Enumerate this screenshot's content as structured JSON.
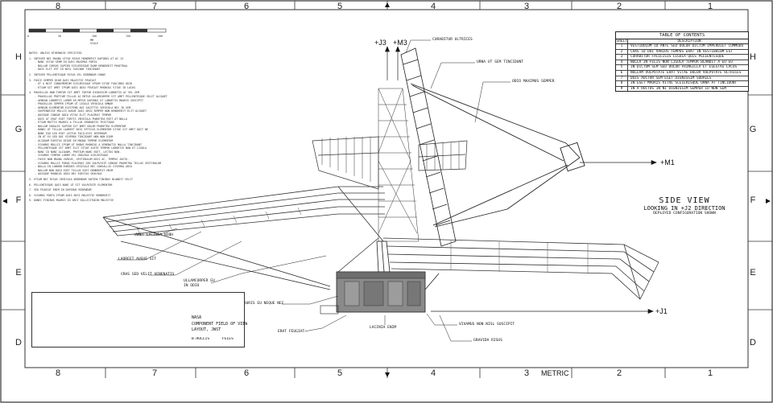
{
  "zones": {
    "columns_top": [
      "8",
      "7",
      "6",
      "5",
      "4",
      "3",
      "2",
      "1"
    ],
    "columns_bottom": [
      "8",
      "7",
      "6",
      "5",
      "4",
      "3",
      "2",
      "1"
    ],
    "rows_left": [
      "H",
      "G",
      "F",
      "E",
      "D"
    ],
    "rows_right": [
      "H",
      "G",
      "F",
      "E",
      "D"
    ]
  },
  "scale_bar": {
    "ticks": [
      "0",
      "50",
      "100",
      "150",
      "200"
    ],
    "unit": "MM SCALE"
  },
  "notes": {
    "header": "NOTES: UNLESS OTHERWISE SPECIFIED",
    "lines": [
      {
        "t": "1.  INTEGER NEC MAGNA VITAE RISUS HENDRERIT DAPIBUS AT AC 13",
        "i": false
      },
      {
        "t": "- NUNC VITAE SEMM EU DUIS MAXIMUS PORTA",
        "i": true
      },
      {
        "t": "- NULLAM CURSUS SAPIEN SCELERISQUE DUAM HENDRERIT PHAETRAA",
        "i": true
      },
      {
        "t": "- DUIS ELIT EST ID NISL SUSCANE TINCIDUNT",
        "i": true
      },
      {
        "t": "2.  INTEGER PELLENTESQUE RISUS VEL BIBENDUM CONUE",
        "i": false
      },
      {
        "t": "3.  FUSCE SEMPER DIAM QUIS MALESTIE FEUGIAT",
        "i": false
      },
      {
        "t": "- UT A NIST CONDIMENTUM SCELERISQUE IPSUM VITAE FAUCIBUS ODIO",
        "i": true
      },
      {
        "t": "- ETIAM SIT AMET IPSUM QUIS ODIO FEUGIAT RHONCUS VITAE ID LACUS",
        "i": true
      },
      {
        "t": "4.  PHASELLUS NON TORTOR SIT AMET TORTOR DIGNISSIM LOBORTIS AC VEL SEM",
        "i": false
      },
      {
        "t": "- PHASELLUS PRETIUM TELLUS AC METUS ULLAMCORPER SIT AMET PELLENTESQUE VELIT ALIQUET",
        "i": true
      },
      {
        "t": "- AENEAN LOBORTIS LOREM IN METUS DAPIBUS UT LOBORTIS MAURIS SUSCIPIT",
        "i": true
      },
      {
        "t": "- PHASELLUS SEMPER IPSUM UT LIGULA VEHICULA OMNAR",
        "i": true
      },
      {
        "t": "- AENEAN ELEMENTUM ELEIFEND DUI SAGITTIS VEHICULA NEC ID SEM",
        "i": true
      },
      {
        "t": "- SUSPENDISSE MOLLIS AUGUE QUIS ARCU SEMPER NON HENDRERIT ELIT ALIQUET",
        "i": true
      },
      {
        "t": "- QUISQUE CONGUE ODIO VITAE ELIT PLACERAT TEMPOR",
        "i": true
      },
      {
        "t": "- DUIS AT ERAT EGET TORTIS VEHICULA PHARETRA EGET AT NULLA",
        "i": true
      },
      {
        "t": "- ETIAM MATTIS MAURIS A TELLUS VENENATIS TRISTIQUE",
        "i": true
      },
      {
        "t": "- NULLAM SODALES SAPIEN SIT AMET DOLOR PHARETRA ELEMENTUM",
        "i": true
      },
      {
        "t": "- DONEC UT TELLUS LAOREET NISI EFFICUS ELEMENTUM VITAE SIT AMET DUIT NE",
        "i": true
      },
      {
        "t": "- NUNC EGU LEO EGET LECTUS FACILISIS INTERDUM",
        "i": true
      },
      {
        "t": "- IN UT EX SED DUI VIVERRA TINCIDUNT NON NON DIAM",
        "i": true
      },
      {
        "t": "- ALIQUAM EGESTAS DIGUE IN MAGNA TEMPOR ELEMENTUM",
        "i": true
      },
      {
        "t": "- VIVAMUS MOLLIS IPSUM UT RHOUS RHONCUS A VENENATIS NULLA TINCIDUNT",
        "i": true
      },
      {
        "t": "- PELLENTESQUE SIT AMET ELIT VITAE JUSTO TEMPOR LOBORTIS NON UT LIGULA",
        "i": true
      },
      {
        "t": "- NUNC ID NUNC ALIQUAM, PRETIUM NUNC EGET, LECTUS NON.",
        "i": true
      },
      {
        "t": "- VIVAMUS TEMPOR LOREM VEL GRAVIDA SCELERISQUE",
        "i": true
      },
      {
        "t": "- FUSCE NON MAGNA VARIUS, VESTIBULUM NISI AC, TEMPUS JUSTO.",
        "i": true
      },
      {
        "t": "- VIVAMUS MOLLIS PURUS PLACERAT SED VULPUTATE CONGUE PHARETRA TELLUS VESTIBULUM",
        "i": true
      },
      {
        "t": "- NULLA IN LOBORN EHEDUES VESICULA NEC CONVALLIS VIVERRA ARCU",
        "i": true
      },
      {
        "t": "- NULLAM NON ODIO EGET TELLUS EGET HENDRERIT ENIM",
        "i": true
      },
      {
        "t": "- QUISQUE RHONCUS ODIO NEC EGESTAS GRAVIDA",
        "i": true
      },
      {
        "t": "5.  ETIAM NEC RISUS VEHICULA BIBENDUM SAPIEN FINIBUS BLANDIT VELIT",
        "i": false
      },
      {
        "t": "6.  PELLENTESQUE QUIS NUNC UT SIT VULPUTATE ELEMENTUM",
        "i": false
      },
      {
        "t": "7.  SED FEUGIAT ENIM IN DAPIBUS BIBENDUM",
        "i": false
      },
      {
        "t": "8.  VIVAMUS PORTA IPSUM QUIS NISI MALESTIE HENDRERIT",
        "i": false
      },
      {
        "t": "9.  DONEC FINIBUS MAURIS ID ORCI SOLLICITUDIN MOLESTIE",
        "i": false
      }
    ]
  },
  "toc": {
    "title": "TABLE OF CONTENTS",
    "col_sheet": "SHEET",
    "col_desc": "DESCRIPTION",
    "rows": [
      {
        "sheet": "1",
        "desc": "VESTIBULUM ID ANTE SED DOLOR DICTUM IMPERDIET COMMODO"
      },
      {
        "sheet": "2",
        "desc": "CRAS ID DUI VARIUS TEMPUS ERAT IN VESTIBULUM EST"
      },
      {
        "sheet": "3",
        "desc": "CURABITUR FACILISIS LIGULA QUIS PELLENTESQUE"
      },
      {
        "sheet": "4",
        "desc": "NULLA IN FELIS NON LIGULA TEMPOR BLANDIT A EU EU"
      },
      {
        "sheet": "5",
        "desc": "IN DICTUM SEM SED DOLOR FRINGILLA ET EGESTAS LACUS"
      },
      {
        "sheet": "6",
        "desc": "NULLAM VULPUTATE ERAT VITAE DOLOR VULPUTATE ULTRICES"
      },
      {
        "sheet": "7",
        "desc": "DUIS AUCTOR SEM EGET DIGNISSIM SODALES"
      },
      {
        "sheet": "8",
        "desc": "IN EGET MAURIS VITAE SCELERISQUE URNA AT TINCIDUNT"
      },
      {
        "sheet": "9",
        "desc": "IN A RUCTUS IN NI DIGNISSIM SEMPER ID NON SEM"
      }
    ]
  },
  "view_title": {
    "line1": "SIDE VIEW",
    "line2": "LOOKING IN +J2 DIRECTION",
    "line3": "DEPLOYED CONFIGURATION SHOWN"
  },
  "axes": {
    "j3": "+J3",
    "m3": "+M3",
    "m1": "+M1",
    "j1": "+J1"
  },
  "callouts": {
    "curabitur": "CURABITUR ULTRICES",
    "urna": "URNA UT SEM TINCIDUNT",
    "odio": "ODIO MAXIMUS SEMPER",
    "amet": "AMET LACINIA NIBH",
    "laoreet": "LAOREET AUGUE SIT",
    "cras": "CRAS SED VELIT VENENATIS",
    "ullamcorper1": "ULLAMCORPER EU",
    "ullamcorper2": "IN ODIO",
    "mauris": "MAURIS EU NEQUE NEC",
    "erat": "ERAT FEUGIAT",
    "lacinia": "LACINIA ENIM",
    "vivamus": "VIVAMUS NON NISL SUSCIPIT",
    "gravida": "GRAVIDA RISUS"
  },
  "metric": "METRIC",
  "title_block": {
    "agency": "NASA",
    "title1": "COMPONENT FIELD OF VIEW",
    "title2": "LAYOUT, JWST",
    "drawn": "B.HOLLIS",
    "feles": "FELES"
  }
}
